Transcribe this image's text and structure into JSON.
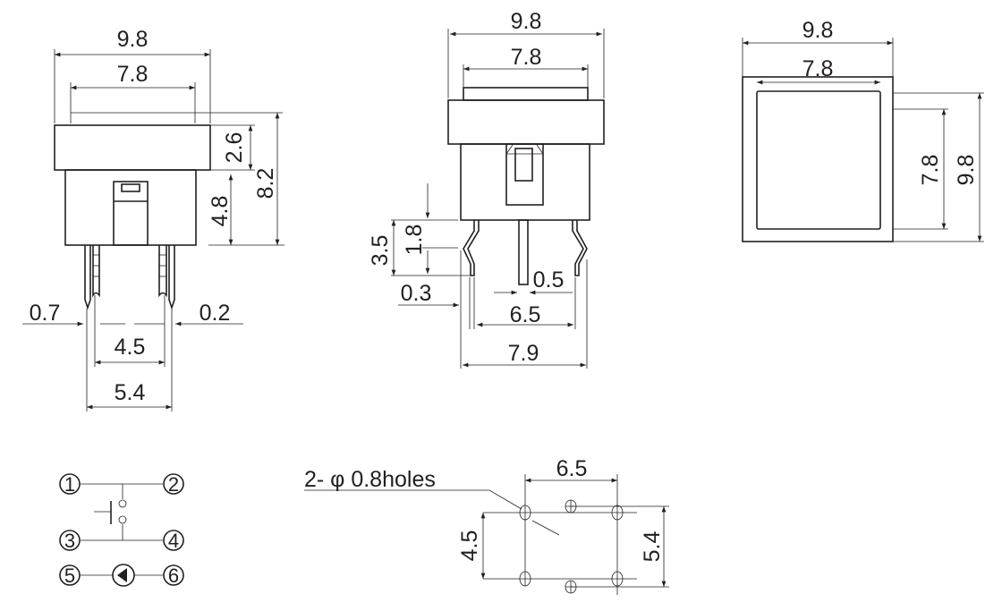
{
  "front_view": {
    "width_outer": "9.8",
    "width_inner": "7.8",
    "cap_height": "2.6",
    "body_height": "4.8",
    "total_height": "8.2",
    "pin_width": "0.7",
    "pin_thickness": "0.2",
    "pin_pitch_inner": "4.5",
    "pin_pitch_outer": "5.4"
  },
  "side_view": {
    "width_outer": "9.8",
    "width_inner": "7.8",
    "pin_length": "3.5",
    "bend_height": "1.8",
    "pin_thickness": "0.3",
    "center_pin_width": "0.5",
    "pin_pitch": "6.5",
    "overall_width": "7.9"
  },
  "top_view": {
    "width_outer": "9.8",
    "width_inner": "7.8",
    "height_inner": "7.8",
    "height_outer": "9.8"
  },
  "schematic": {
    "terminals": [
      "1",
      "2",
      "3",
      "4",
      "5",
      "6"
    ]
  },
  "pcb_layout": {
    "holes_label": "2- φ 0.8holes",
    "pitch_x": "6.5",
    "pitch_y_inner": "4.5",
    "pitch_y_outer": "5.4"
  }
}
